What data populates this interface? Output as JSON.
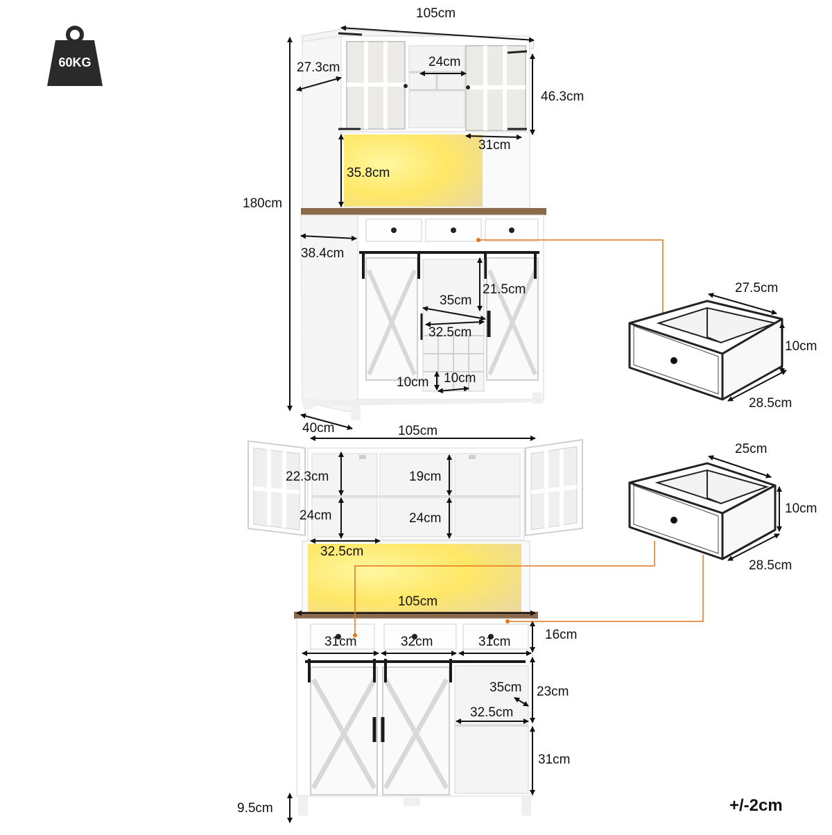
{
  "badge": {
    "weight": "60KG"
  },
  "tolerance": "+/-2cm",
  "colors": {
    "frame": "#ffffff",
    "outline": "#d9d9d9",
    "wood": "#8a6a4a",
    "led": "#ffe85a",
    "hardware": "#1a1a1a",
    "callout": "#e8741a"
  },
  "top_view": {
    "width": "105cm",
    "hutch_depth": "27.3cm",
    "hutch_height": "46.3cm",
    "center_shelf": "24cm",
    "side_section": "31cm",
    "led_height": "35.8cm",
    "total_height": "180cm",
    "base_depth": "38.4cm",
    "wine_height": "21.5cm",
    "wine_depth": "35cm",
    "wine_width": "32.5cm",
    "cube_h": "10cm",
    "cube_w": "10cm",
    "depth": "40cm"
  },
  "drawer_large": {
    "depth": "27.5cm",
    "height": "10cm",
    "width": "28.5cm"
  },
  "drawer_small": {
    "depth": "25cm",
    "height": "10cm",
    "width": "28.5cm"
  },
  "open_view": {
    "width_top": "105cm",
    "upper_left": "22.3cm",
    "upper_center": "19cm",
    "lower_left": "24cm",
    "lower_center": "24cm",
    "compartment_width": "32.5cm",
    "width_counter": "105cm",
    "drawer_w1": "31cm",
    "drawer_w2": "32cm",
    "drawer_w3": "31cm",
    "drawer_h": "16cm",
    "cab_depth": "35cm",
    "cab_upper": "23cm",
    "cab_width": "32.5cm",
    "cab_lower": "31cm",
    "foot": "9.5cm"
  }
}
